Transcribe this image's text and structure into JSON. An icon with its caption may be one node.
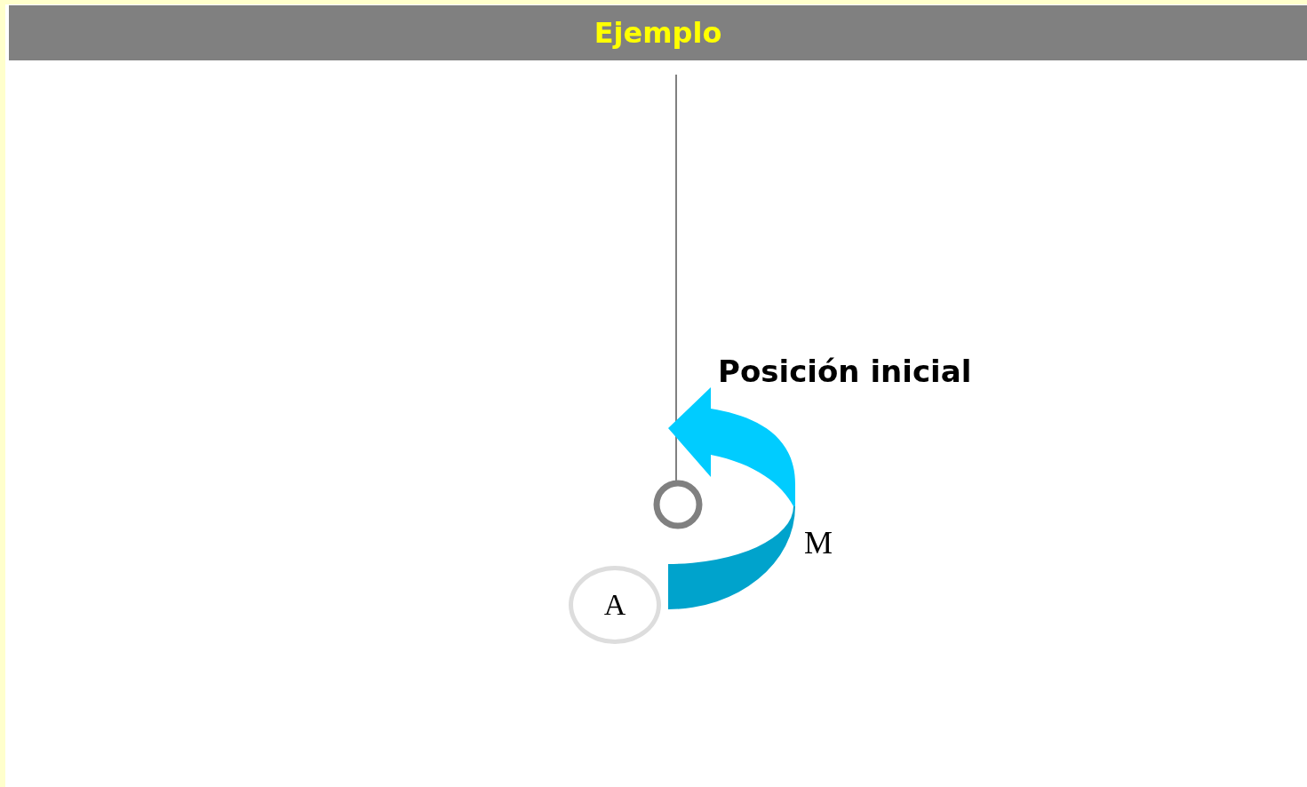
{
  "diagram": {
    "title": "Ejemplo",
    "nodes": [
      {
        "text": [
          "A"
        ]
      }
    ],
    "labels": [
      "Posición inicial",
      "M"
    ]
  }
}
